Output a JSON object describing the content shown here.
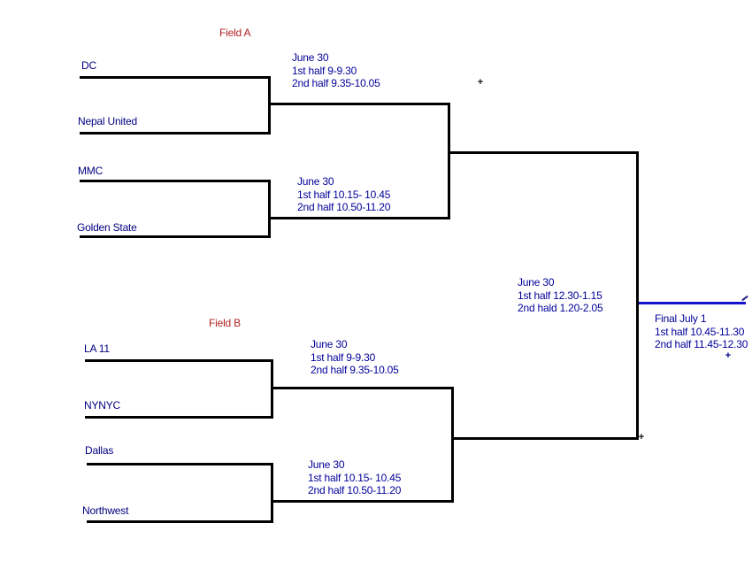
{
  "colors": {
    "line_black": "#000000",
    "line_blue": "#1414cc",
    "team_text": "#000080",
    "sched_text": "#000099",
    "field_label": "#b22222"
  },
  "fields": {
    "a": "Field A",
    "b": "Field B"
  },
  "teams": {
    "dc": "DC",
    "nepal_united": "Nepal United",
    "mmc": "MMC",
    "golden_state": "Golden State",
    "la11": "LA 11",
    "nynyc": "NYNYC",
    "dallas": "Dallas",
    "northwest": "Northwest"
  },
  "schedules": {
    "qf1": {
      "line1": "June 30",
      "line2": "1st half 9-9.30",
      "line3": "2nd half 9.35-10.05"
    },
    "qf2": {
      "line1": "June 30",
      "line2": "1st half 10.15- 10.45",
      "line3": "2nd half 10.50-11.20"
    },
    "sf1": {
      "line1": "June 30",
      "line2": "1st half 12.30-1.15",
      "line3": "2nd hald 1.20-2.05"
    },
    "qf3": {
      "line1": "June 30",
      "line2": "1st half 9-9.30",
      "line3": "2nd half 9.35-10.05"
    },
    "qf4": {
      "line1": "June 30",
      "line2": "1st half 10.15- 10.45",
      "line3": "2nd half 10.50-11.20"
    },
    "final": {
      "line1": "Final July 1",
      "line2": "1st half 10.45-11.30",
      "line3": "2nd half 11.45-12.30"
    }
  },
  "markers": {
    "plus": "+"
  }
}
